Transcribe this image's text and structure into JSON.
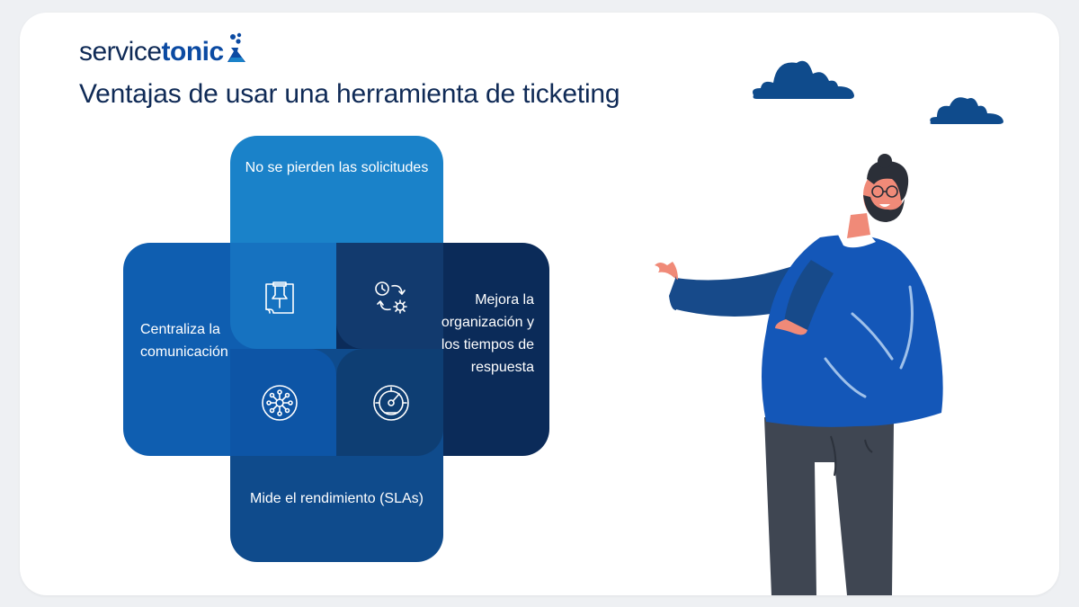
{
  "brand": {
    "logo_light": "service",
    "logo_bold": "tonic"
  },
  "title": "Ventajas de usar una herramienta de ticketing",
  "boxes": {
    "top": {
      "label": "No se pierden las solicitudes",
      "color": "#1a82c9"
    },
    "left": {
      "label": "Centraliza la comunicación",
      "color": "#0f5eb0"
    },
    "right": {
      "label": "Mejora la organización y los tiempos de respuesta",
      "color": "#0b2b59"
    },
    "bottom": {
      "label": "Mide el rendimiento (SLAs)",
      "color": "#0f4b8c"
    }
  },
  "icons": [
    "pin-document-icon",
    "clock-gear-cycle-icon",
    "network-hub-icon",
    "gauge-icon"
  ],
  "colors": {
    "title": "#0f2a56",
    "cloud": "#0f4b8c",
    "sweater": "#1457b8",
    "pants": "#3f4652",
    "skin": "#f08a78"
  }
}
